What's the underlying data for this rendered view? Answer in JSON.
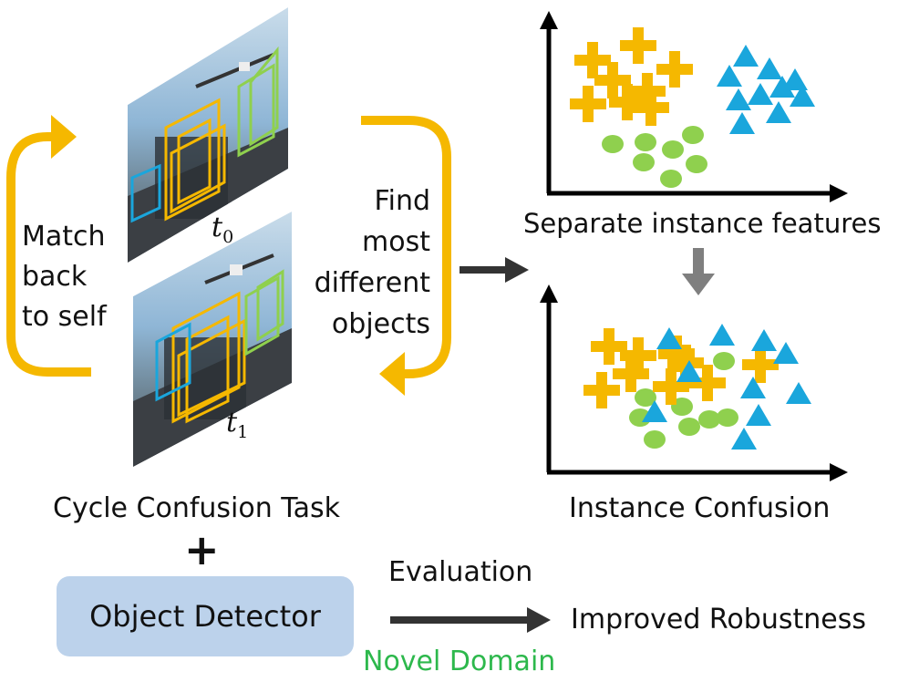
{
  "colors": {
    "accent_orange": "#f5b800",
    "blue": "#1aa6dc",
    "green": "#8fd04e",
    "arrow_dark": "#333333",
    "arrow_gray": "#7f7f7f",
    "novel_domain": "#2db84c",
    "detector_box": "#bcd2eb"
  },
  "frames": {
    "t0": {
      "symbol": "t",
      "subscript": "0"
    },
    "t1": {
      "symbol": "t",
      "subscript": "1"
    }
  },
  "labels": {
    "match_back": [
      "Match",
      "back",
      "to self"
    ],
    "find_most": [
      "Find",
      "most",
      "different",
      "objects"
    ],
    "separate_features": "Separate instance features",
    "instance_confusion": "Instance Confusion",
    "cycle_task": "Cycle Confusion Task",
    "plus": "+",
    "object_detector": "Object Detector",
    "evaluation": "Evaluation",
    "improved_robustness": "Improved Robustness",
    "novel_domain": "Novel Domain"
  },
  "icons": {
    "cycle_arrow_left": "curved-arrow-up-icon",
    "cycle_arrow_right": "curved-arrow-down-icon",
    "plus_marker": "plus-icon",
    "triangle_marker": "triangle-icon",
    "circle_marker": "circle-icon"
  }
}
